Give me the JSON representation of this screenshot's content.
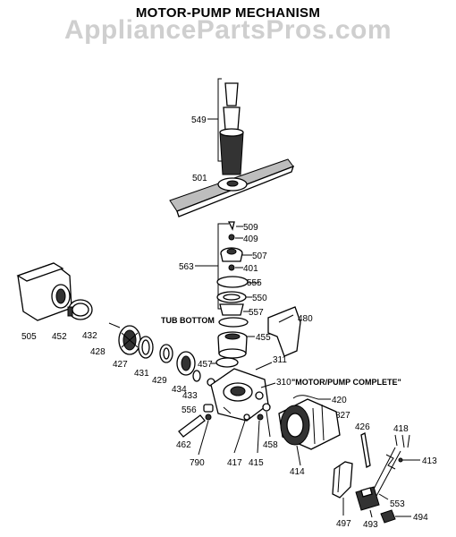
{
  "header": {
    "title": "MOTOR-PUMP MECHANISM",
    "watermark": "AppliancePartsPros.com"
  },
  "callouts": {
    "549": "549",
    "501": "501",
    "509": "509",
    "409": "409",
    "563": "563",
    "507": "507",
    "401": "401",
    "555": "555",
    "550": "550",
    "557": "557",
    "tub_bottom": "TUB BOTTOM",
    "480": "480",
    "455": "455",
    "505": "505",
    "452": "452",
    "432": "432",
    "428": "428",
    "427": "427",
    "431": "431",
    "429": "429",
    "434": "434",
    "457": "457",
    "311": "311",
    "310": "310",
    "motor_pump_complete": "\"MOTOR/PUMP COMPLETE\"",
    "433": "433",
    "420": "420",
    "556": "556",
    "827": "827",
    "426": "426",
    "418": "418",
    "462": "462",
    "458": "458",
    "413": "413",
    "790": "790",
    "417": "417",
    "415": "415",
    "414": "414",
    "553": "553",
    "497": "497",
    "493": "493",
    "494": "494"
  }
}
